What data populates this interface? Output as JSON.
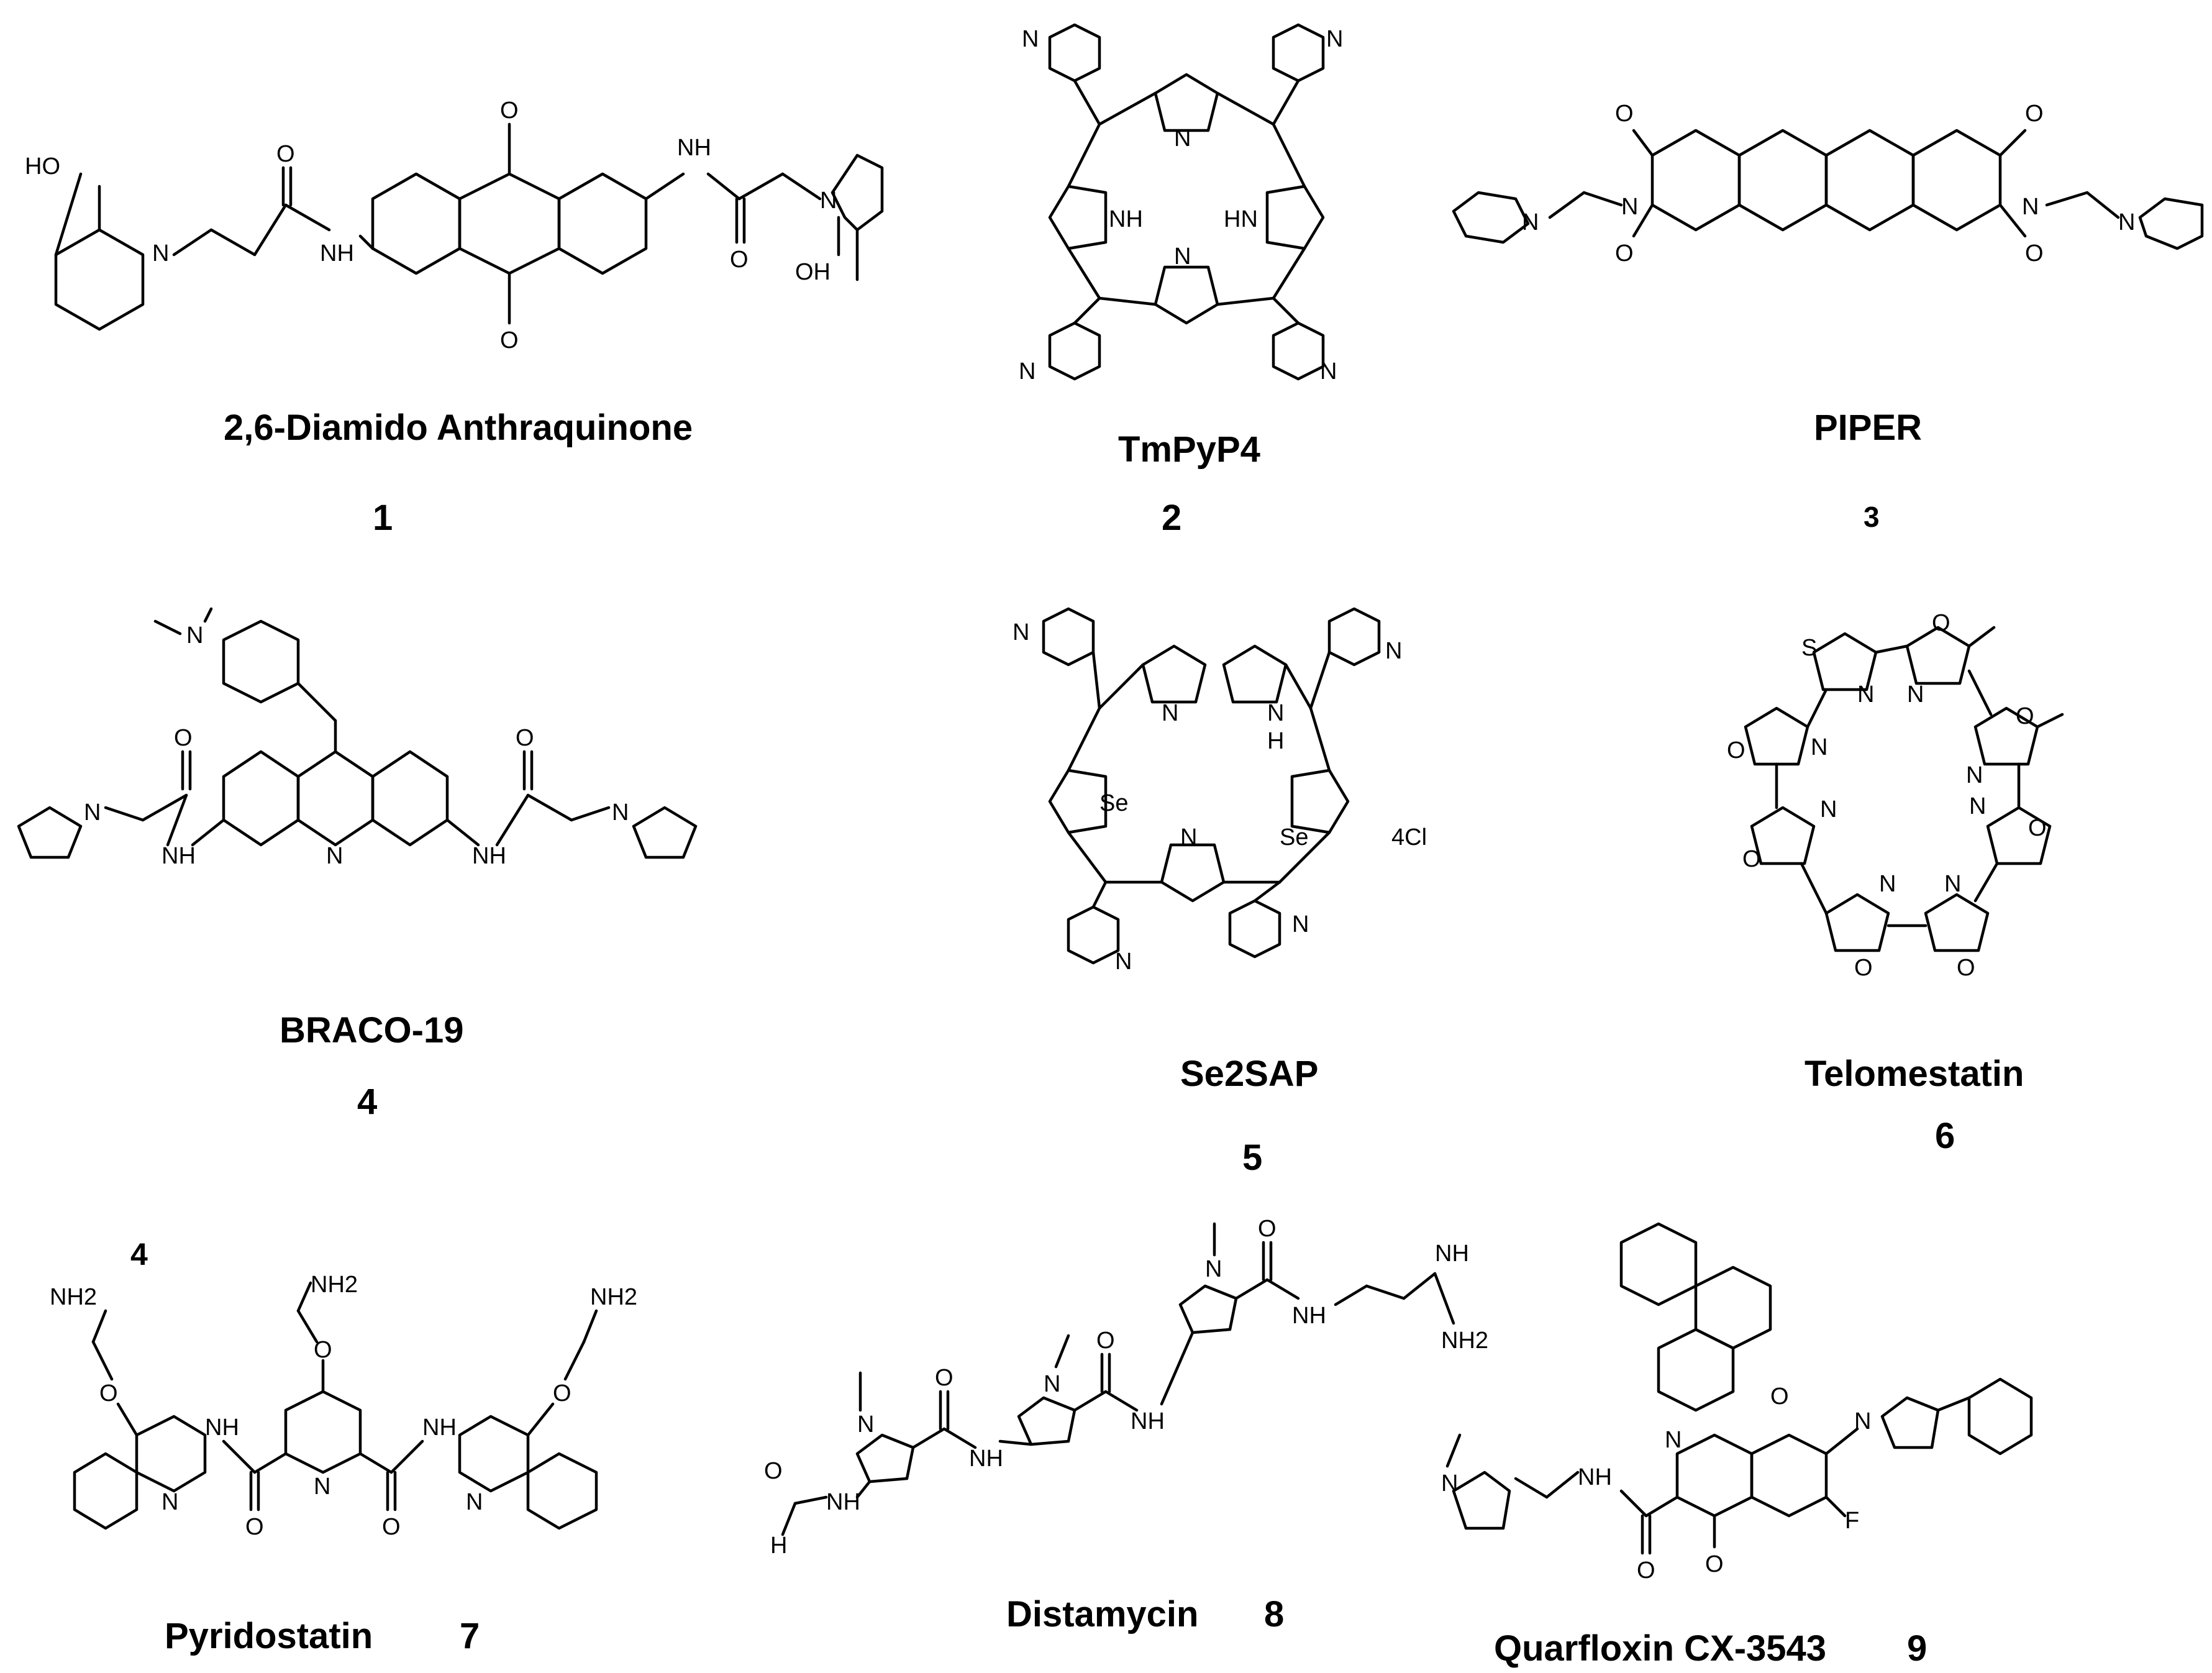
{
  "figure": {
    "compounds": [
      {
        "name": "2,6-Diamido Anthraquinone",
        "number": "1"
      },
      {
        "name": "TmPyP4",
        "number": "2"
      },
      {
        "name": "PIPER",
        "number": "3"
      },
      {
        "name": "BRACO-19",
        "number": "4"
      },
      {
        "name": "Se2SAP",
        "number": "5"
      },
      {
        "name": "Telomestatin",
        "number": "6"
      },
      {
        "name": "Pyridostatin",
        "number": "7"
      },
      {
        "name": "Distamycin",
        "number": "8"
      },
      {
        "name": "Quarfloxin CX-3543",
        "number": "9"
      }
    ],
    "stray_number": "4",
    "atom_labels": {
      "hydroxyl": "HO",
      "hydroxyl_r": "OH",
      "nh": "NH",
      "hn": "HN",
      "h": "H",
      "n": "N",
      "o": "O",
      "se": "Se",
      "s": "S",
      "f": "F",
      "nh2": "NH2",
      "counterion": "4Cl"
    }
  }
}
